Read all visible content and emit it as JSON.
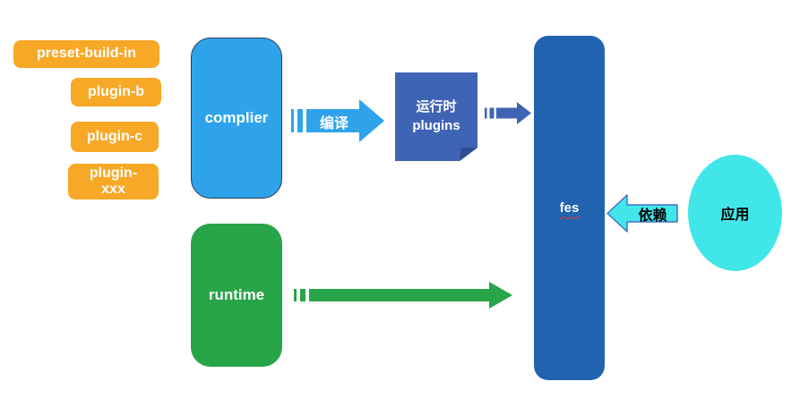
{
  "diagram": {
    "background": "#ffffff",
    "description_type": "architecture-flow-diagram"
  },
  "plugin_chips": {
    "fill": "#F7A827",
    "text_color": "#ffffff",
    "items": [
      {
        "label": "preset-build-in"
      },
      {
        "label": "plugin-b"
      },
      {
        "label": "plugin-c"
      },
      {
        "label": "plugin-xxx"
      }
    ]
  },
  "nodes": {
    "complier": {
      "label": "complier",
      "fill": "#2FA3EA",
      "border": "#2e3b52"
    },
    "runtime": {
      "label": "runtime",
      "fill": "#28A449"
    },
    "runtime_plugins": {
      "line1": "运行时",
      "line2": "plugins",
      "fill": "#3F64B5",
      "fold_fill": "#2F4C96"
    },
    "fes": {
      "label": "fes",
      "fill": "#2263B0",
      "spellcheck_underline": "red-wavy"
    },
    "app": {
      "label": "应用",
      "fill": "#41E6E9"
    }
  },
  "arrows": {
    "compile": {
      "label": "编译",
      "fill": "#2FA3EA",
      "style": "striped-right-arrow",
      "from": "complier",
      "to": "runtime_plugins"
    },
    "plugins_to_fes": {
      "fill": "#3F64B5",
      "style": "striped-right-arrow",
      "from": "runtime_plugins",
      "to": "fes"
    },
    "runtime_to_fes": {
      "fill": "#28A449",
      "style": "striped-right-arrow",
      "from": "runtime",
      "to": "fes"
    },
    "depend": {
      "label": "依赖",
      "fill": "#41E6E9",
      "stroke": "#4472C4",
      "style": "left-arrow",
      "from": "app",
      "to": "fes"
    }
  }
}
